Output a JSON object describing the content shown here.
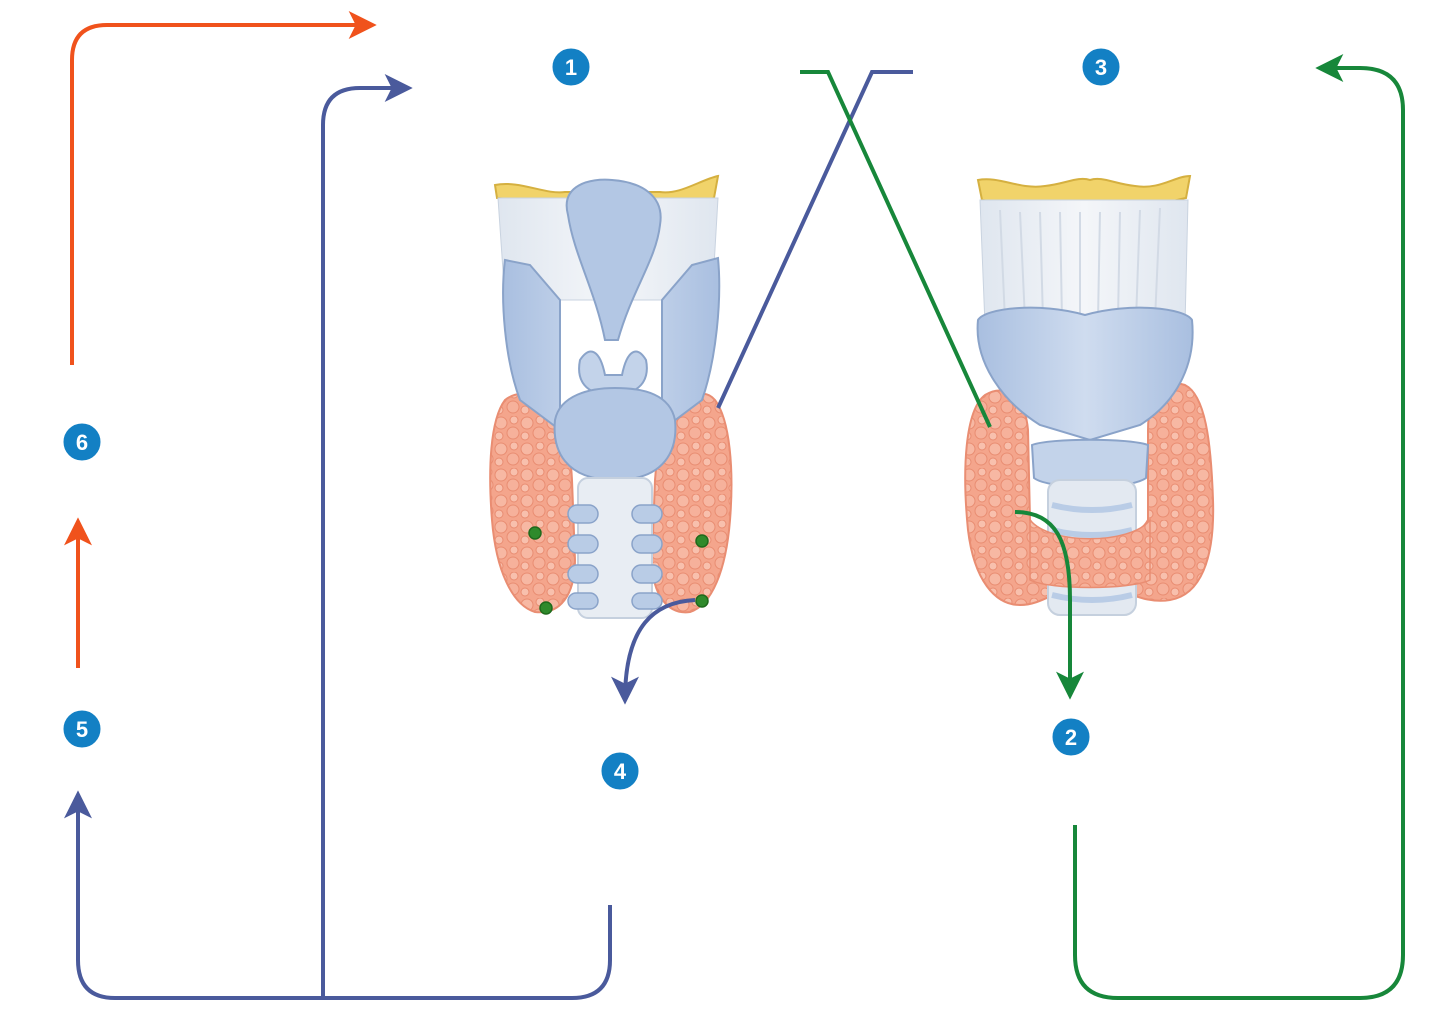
{
  "badges": [
    {
      "id": "1",
      "label": "1"
    },
    {
      "id": "2",
      "label": "2"
    },
    {
      "id": "3",
      "label": "3"
    },
    {
      "id": "4",
      "label": "4"
    },
    {
      "id": "5",
      "label": "5"
    },
    {
      "id": "6",
      "label": "6"
    }
  ],
  "colors": {
    "badge": "#1380c4",
    "arrow_blue": "#4a5a9c",
    "arrow_green": "#17873a",
    "arrow_orange": "#f0521c",
    "thyroid": "#f4a58c",
    "cartilage": "#b9cce6",
    "bone": "#f1d36a",
    "parathyroid": "#2f8a2b"
  }
}
